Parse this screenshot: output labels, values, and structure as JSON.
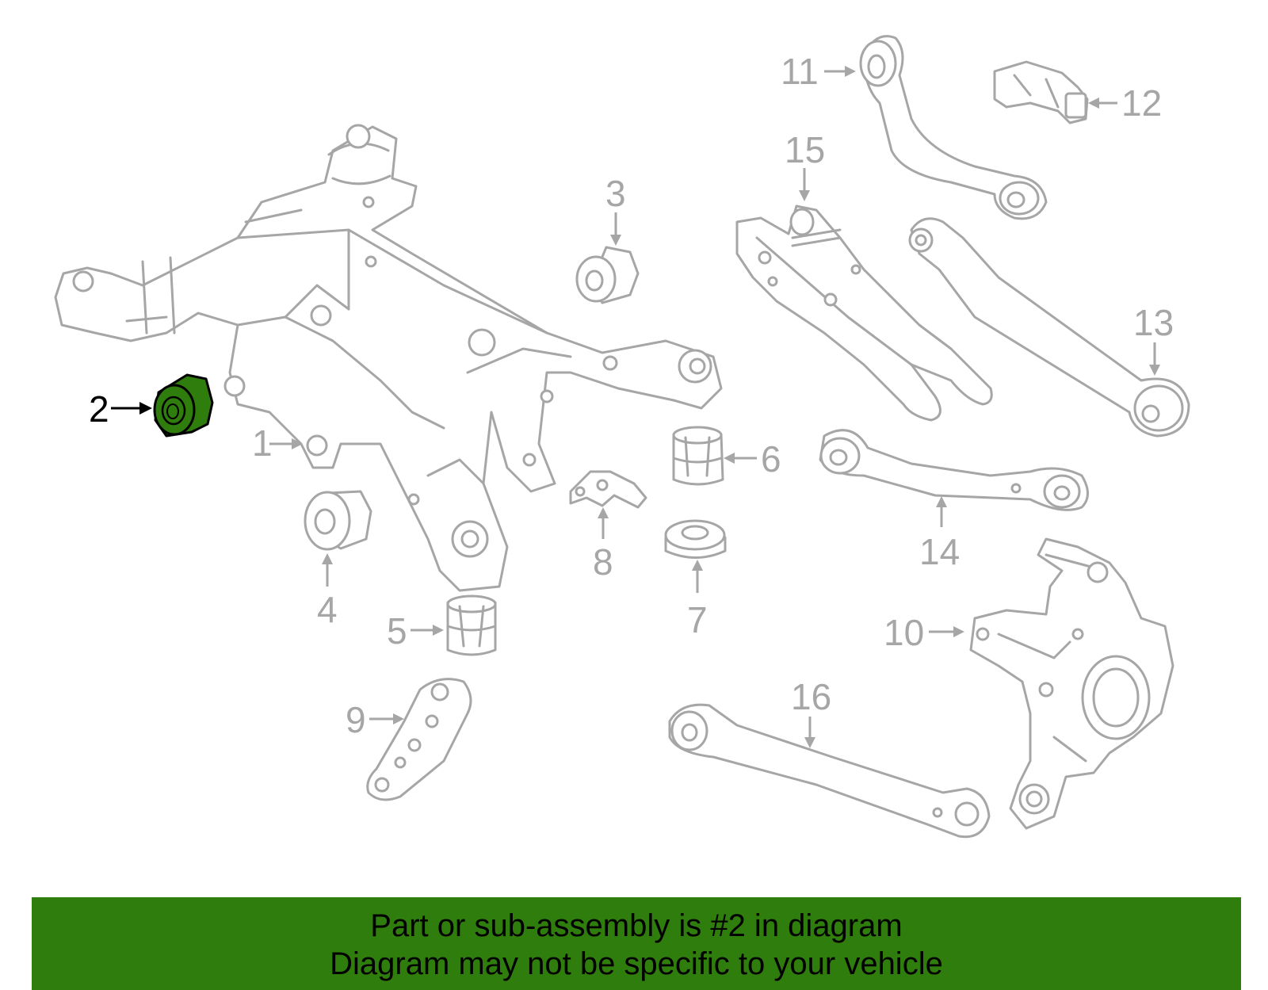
{
  "diagram": {
    "highlighted_part": "2",
    "highlight_color": "#2f7d0d",
    "line_color": "#a6a6a6",
    "callouts": [
      "1",
      "2",
      "3",
      "4",
      "5",
      "6",
      "7",
      "8",
      "9",
      "10",
      "11",
      "12",
      "13",
      "14",
      "15",
      "16"
    ]
  },
  "banner": {
    "background": "#2f7d0d",
    "line1": "Part or sub-assembly is #2 in diagram",
    "line2": "Diagram may not be specific to your vehicle"
  }
}
